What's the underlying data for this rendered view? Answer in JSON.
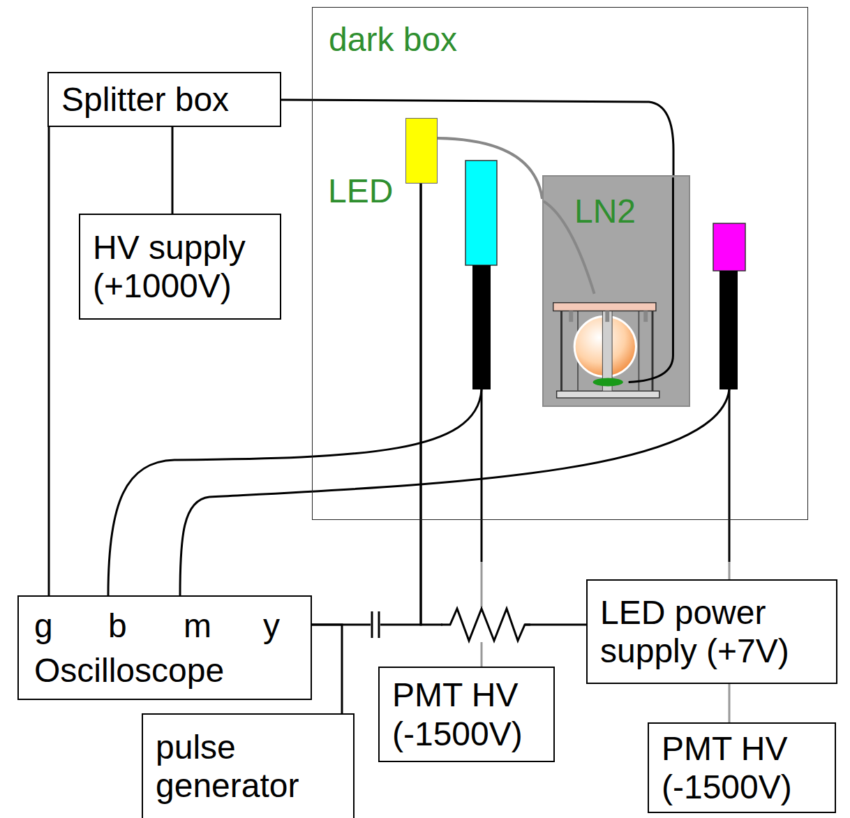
{
  "diagram": {
    "nodes": [
      {
        "text": [
          "dark box"
        ]
      },
      {
        "text": [
          "Splitter box"
        ]
      },
      {
        "text": [
          "HV supply (+1000V)"
        ]
      },
      {
        "text": [
          "LED"
        ],
        "in": 0
      },
      {
        "text": [
          "LN2"
        ],
        "in": 0
      },
      {
        "text": [
          "g",
          "b",
          "m",
          "y",
          "Oscilloscope"
        ]
      },
      {
        "text": [
          "pulse generator"
        ]
      },
      {
        "text": [
          "PMT HV (-1500V)"
        ]
      },
      {
        "text": [
          "LED power supply (+7V)"
        ]
      },
      {
        "text": [
          "PMT HV (-1500V)"
        ]
      }
    ],
    "edges": [
      {
        "from": 1,
        "to": 5,
        "arrow": "none"
      },
      {
        "from": 1,
        "to": 2,
        "arrow": "none"
      },
      {
        "from": 1,
        "to": 4,
        "arrow": "none"
      },
      {
        "from": 3,
        "to": 4,
        "arrow": "none"
      },
      {
        "from": 3,
        "to": 5,
        "arrow": "none"
      },
      {
        "from": 3,
        "to": 8,
        "arrow": "none"
      },
      {
        "from": 5,
        "to": 6,
        "arrow": "none"
      }
    ]
  }
}
